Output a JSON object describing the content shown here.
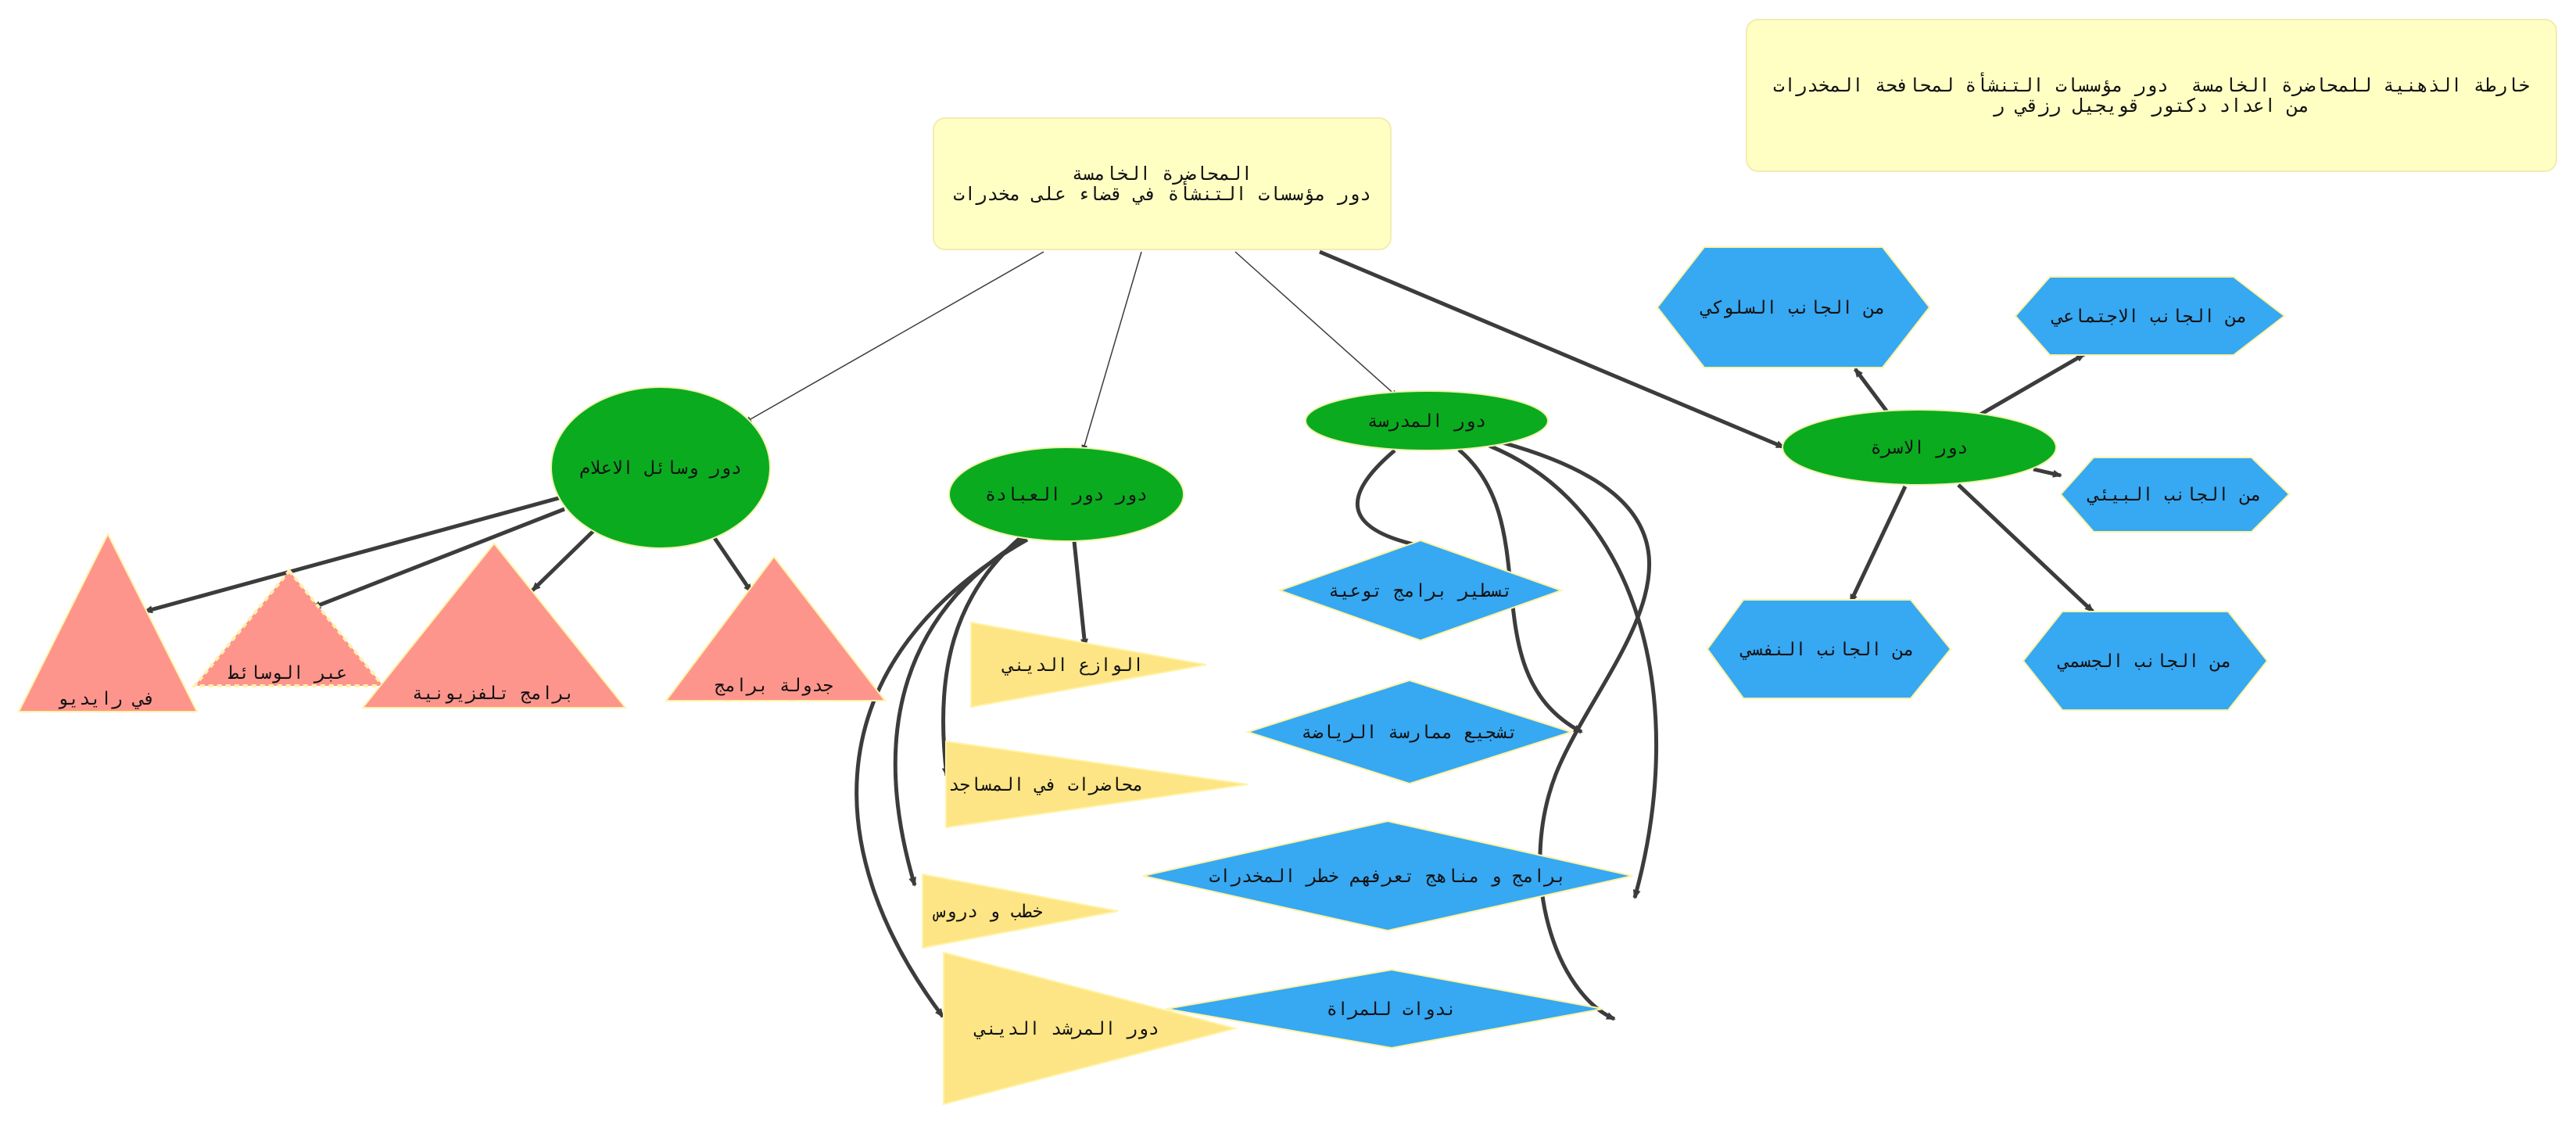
{
  "diagram": {
    "title_box": {
      "line1": "خارطة الذهنية للمحاضرة الخامسة  دور مؤسسات التنشأة لمحافحة المخدرات",
      "line2": "من اعداد دكتور قويجيل رزقي ر"
    },
    "root": {
      "line1": "المحاضرة الخامسة",
      "line2": "دور مؤسسات التنشأة في قضاء على مخدرات"
    },
    "media": {
      "label": "دور وسائل الاعلام",
      "children": [
        "في رايديو",
        "عبر الوسائط",
        "برامج تلفزيونية",
        "جدولة برامج"
      ]
    },
    "worship": {
      "label": "دور دور العبادة",
      "children": [
        "الوازع الديني",
        "محاضرات في المساجد",
        "خطب و دروس",
        "دور المرشد الديني"
      ]
    },
    "school": {
      "label": "دور المدرسة",
      "children": [
        "تسطير برامج توعية",
        "تشجيع ممارسة الرياضة",
        "برامج و مناهج تعرفهم خطر المخدرات",
        "ندوات للمراة"
      ]
    },
    "family": {
      "label": "دور الاسرة",
      "children": [
        "من الجانب السلوكي",
        "من الجانب الاجتماعي",
        "من الجانب البيئي",
        "من الجانب النفسي",
        "من الجانب الجسمي"
      ]
    },
    "colors": {
      "ellipse": "#0aab1f",
      "triangle_red": "#fe958c",
      "triangle_yellow": "#fde585",
      "shape_blue": "#37a8f2",
      "note_box": "#ffffc4",
      "edge": "#3c3c3c"
    }
  }
}
